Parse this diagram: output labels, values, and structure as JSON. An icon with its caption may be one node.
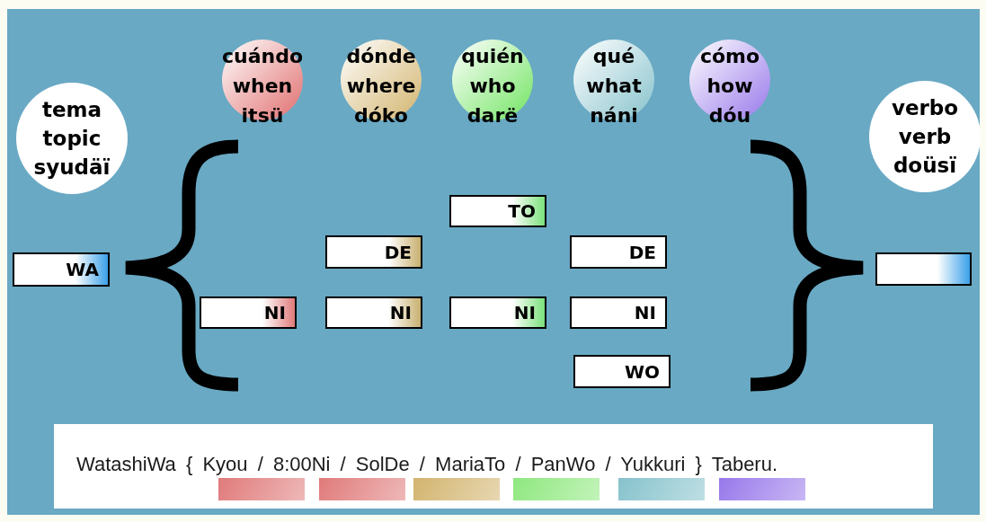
{
  "diagram": {
    "nodes": [
      {
        "text": [
          "tema",
          "topic",
          "syudäï"
        ]
      },
      {
        "text": [
          "cuándo",
          "when",
          "itsü"
        ]
      },
      {
        "text": [
          "dónde",
          "where",
          "dóko"
        ]
      },
      {
        "text": [
          "quién",
          "who",
          "darë"
        ]
      },
      {
        "text": [
          "qué",
          "what",
          "náni"
        ]
      },
      {
        "text": [
          "cómo",
          "how",
          "dóu"
        ]
      },
      {
        "text": [
          "verbo",
          "verb",
          "doüsï"
        ]
      },
      {
        "text": [
          "TO"
        ]
      },
      {
        "text": [
          "DE"
        ]
      },
      {
        "text": [
          "DE"
        ]
      },
      {
        "text": [
          "WA"
        ]
      },
      {
        "text": [],
        "shape": "box"
      },
      {
        "text": [
          "NI"
        ]
      },
      {
        "text": [
          "NI"
        ]
      },
      {
        "text": [
          "NI"
        ]
      },
      {
        "text": [
          "NI"
        ]
      },
      {
        "text": [
          "WO"
        ]
      },
      {
        "text": [
          "WatashiWa { Kyou / 8:00Ni / SolDe / MariaTo / PanWo / Yukkuri } Taberu."
        ]
      },
      {
        "text": [],
        "shape": "bar",
        "in": 17
      },
      {
        "text": [],
        "shape": "bar",
        "in": 17
      },
      {
        "text": [],
        "shape": "bar",
        "in": 17
      },
      {
        "text": [],
        "shape": "bar",
        "in": 17
      },
      {
        "text": [],
        "shape": "bar",
        "in": 17
      },
      {
        "text": [],
        "shape": "bar",
        "in": 17
      }
    ]
  }
}
